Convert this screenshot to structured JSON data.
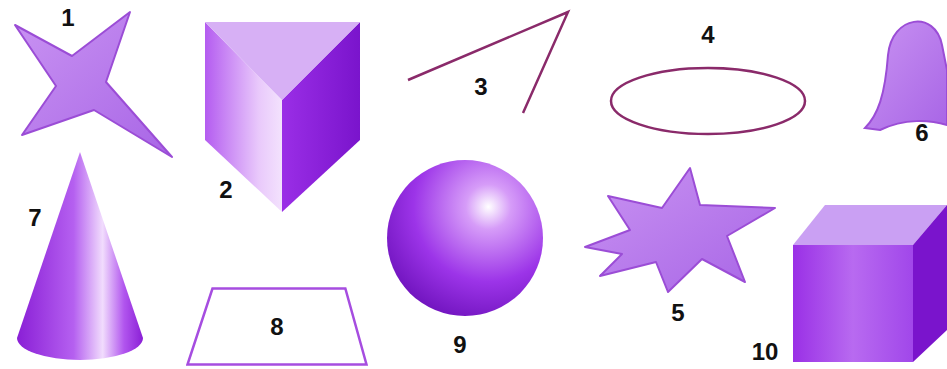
{
  "diagram": {
    "nodes": [
      {
        "text": [
          "8"
        ]
      }
    ],
    "labels": [
      "1",
      "2",
      "3",
      "4",
      "6",
      "7",
      "9",
      "5",
      "10"
    ]
  }
}
